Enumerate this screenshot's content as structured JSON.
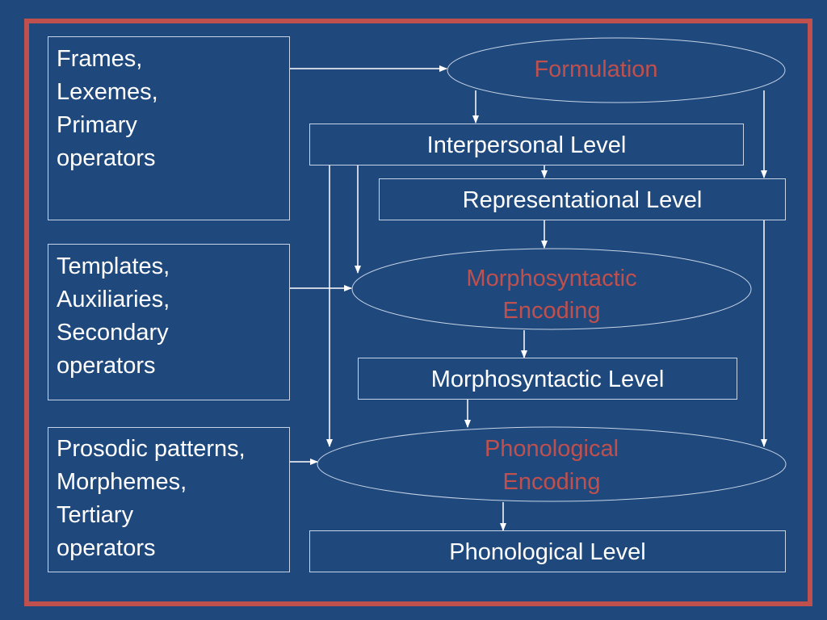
{
  "colors": {
    "background": "#1f497d",
    "frame": "#c0504d",
    "process_text": "#c0504d",
    "text": "#ffffff",
    "lines": "#ffffff"
  },
  "inputs": [
    {
      "lines": [
        "Frames,",
        "Lexemes,",
        "Primary",
        "operators"
      ]
    },
    {
      "lines": [
        "Templates,",
        "Auxiliaries,",
        "Secondary",
        "operators"
      ]
    },
    {
      "lines": [
        "Prosodic patterns,",
        "Morphemes,",
        "Tertiary",
        "operators"
      ]
    }
  ],
  "processes": {
    "formulation": "Formulation",
    "morphosyntactic_encoding": [
      "Morphosyntactic",
      "Encoding"
    ],
    "phonological_encoding": [
      "Phonological",
      "Encoding"
    ]
  },
  "levels": {
    "interpersonal": "Interpersonal Level",
    "representational": "Representational Level",
    "morphosyntactic": "Morphosyntactic Level",
    "phonological": "Phonological Level"
  }
}
